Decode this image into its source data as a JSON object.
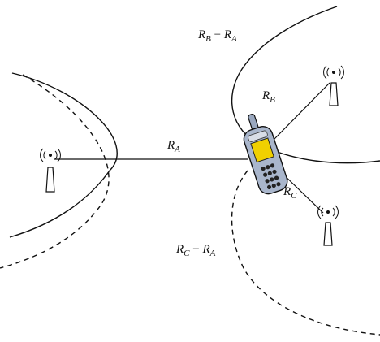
{
  "labels": {
    "rb_minus_ra": {
      "var1": "R",
      "sub1": "B",
      "op": " − ",
      "var2": "R",
      "sub2": "A"
    },
    "rb": {
      "var": "R",
      "sub": "B"
    },
    "ra": {
      "var": "R",
      "sub": "A"
    },
    "rc": {
      "var": "R",
      "sub": "C"
    },
    "rc_minus_ra": {
      "var1": "R",
      "sub1": "C",
      "op": " − ",
      "var2": "R",
      "sub2": "A"
    }
  },
  "icons": {
    "tower_a": "antenna-tower-icon",
    "tower_b": "antenna-tower-icon",
    "tower_c": "antenna-tower-icon",
    "phone": "mobile-phone-icon"
  },
  "colors": {
    "phone_body": "#9aa8bf",
    "phone_screen": "#f0d000",
    "line": "#111111"
  }
}
